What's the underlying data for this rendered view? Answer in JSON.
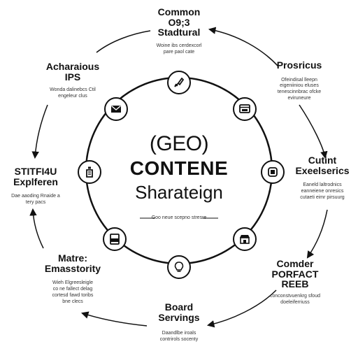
{
  "center": {
    "prefix": "(GEO)",
    "title": "CONTENE",
    "subtitle": "Sharateign",
    "note": "Goo neue scepno stresre"
  },
  "stages": [
    {
      "title_lines": [
        "Common",
        "O9;3",
        "Stadtural"
      ],
      "sub_lines": [
        "Woine ibs cerdexcorl",
        "pare paol cate"
      ],
      "icon": "pen-tool-icon"
    },
    {
      "title_lines": [
        "Prosricus"
      ],
      "sub_lines": [
        "Ofeindisal lleepn",
        "eigeniiniou eluses",
        "tenescinnbrac ofcke",
        "eviruneure"
      ],
      "icon": "browser-window-icon"
    },
    {
      "title_lines": [
        "Cutint",
        "Exeelserics"
      ],
      "sub_lines": [
        "Eaneld laltrodnics",
        "eanneiene onresics",
        "cutaeti eimr pirsuurg"
      ],
      "icon": "screen-device-icon"
    },
    {
      "title_lines": [
        "Comder",
        "PORFACT",
        "REEB"
      ],
      "sub_lines": [
        "conconstvuenkrg sfoud",
        "doeleiferriuss"
      ],
      "icon": "storefront-icon"
    },
    {
      "title_lines": [
        "Board",
        "Servings"
      ],
      "sub_lines": [
        "Daandlbe iroals",
        "contrirols socenty"
      ],
      "icon": "lightbulb-icon"
    },
    {
      "title_lines": [
        "Matre:",
        "Emasstority"
      ],
      "sub_lines": [
        "Wieh Elgreesleigle",
        "co ne fallect delag",
        "cortesd fawd toribs",
        "bne clecs"
      ],
      "icon": "document-icon"
    },
    {
      "title_lines": [
        "STITFI4U",
        "Explferen"
      ],
      "sub_lines": [
        "Dae aaoding Rnaide a",
        "tery pacs"
      ],
      "icon": "bottle-icon"
    },
    {
      "title_lines": [
        "Acharaious",
        "IPS"
      ],
      "sub_lines": [
        "Wonda dalinebcs Ctil",
        "engeleur clus"
      ],
      "icon": "envelope-icon"
    }
  ]
}
